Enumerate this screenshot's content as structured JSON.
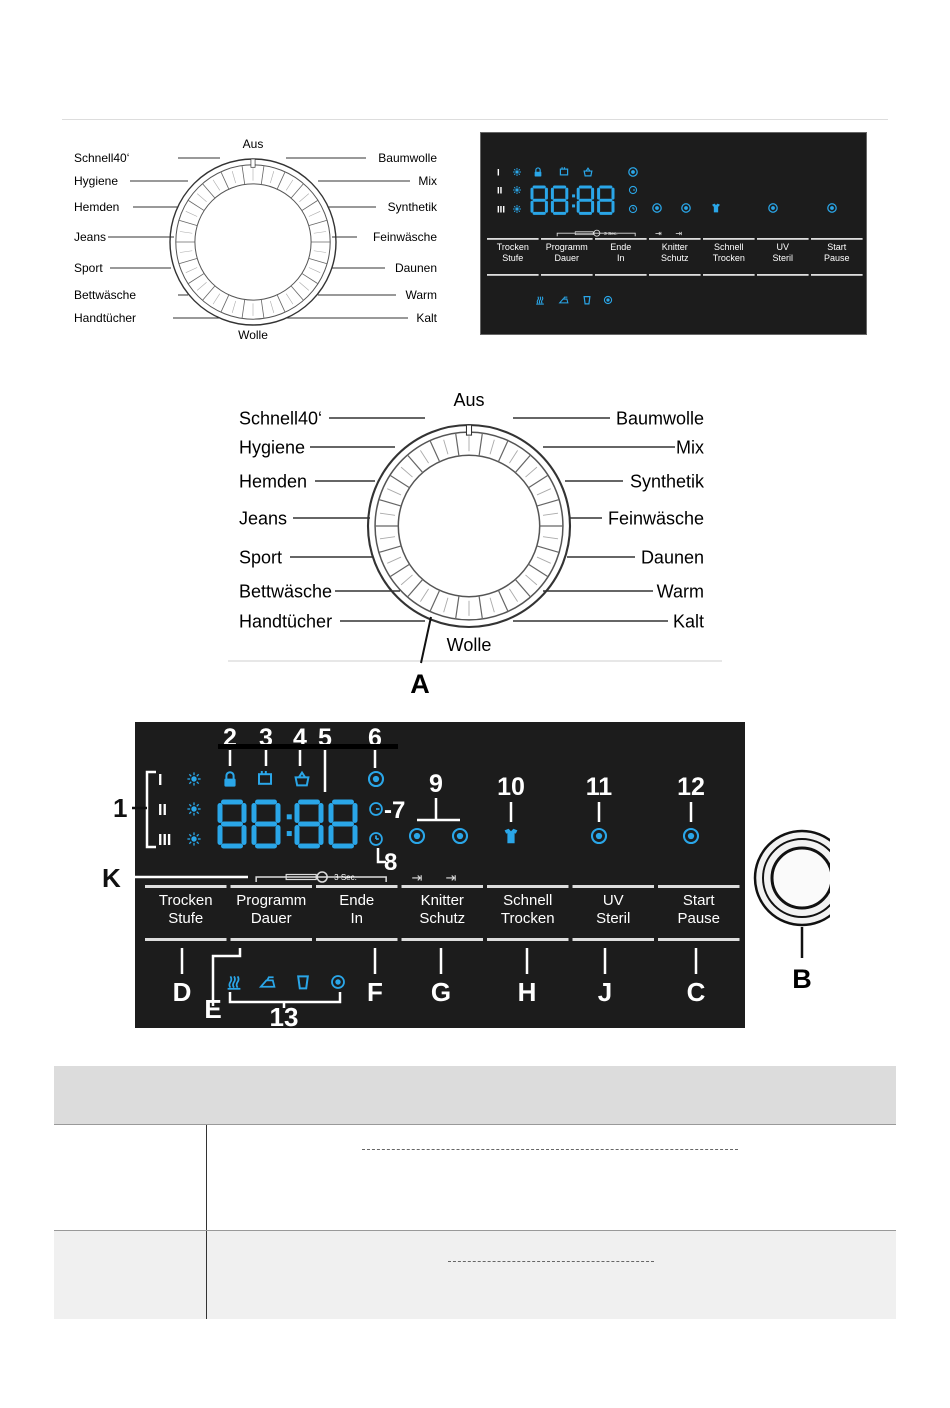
{
  "dial": {
    "top": "Aus",
    "bottom": "Wolle",
    "left": [
      "Schnell40‘",
      "Hygiene",
      "Hemden",
      "Jeans",
      "Sport",
      "Bettwäsche",
      "Handtücher"
    ],
    "right": [
      "Baumwolle",
      "Mix",
      "Synthetik",
      "Feinwäsche",
      "Daunen",
      "Warm",
      "Kalt"
    ]
  },
  "panel": {
    "display": "88:88",
    "levels": [
      "I",
      "II",
      "III"
    ],
    "hold_text": "3 Sec.",
    "buttons": [
      {
        "l1": "Trocken",
        "l2": "Stufe"
      },
      {
        "l1": "Programm",
        "l2": "Dauer"
      },
      {
        "l1": "Ende",
        "l2": "In"
      },
      {
        "l1": "Knitter",
        "l2": "Schutz"
      },
      {
        "l1": "Schnell",
        "l2": "Trocken"
      },
      {
        "l1": "UV",
        "l2": "Steril"
      },
      {
        "l1": "Start",
        "l2": "Pause"
      }
    ]
  },
  "callouts": {
    "top_numbers": [
      "2",
      "3",
      "4",
      "5",
      "6"
    ],
    "n1": "1",
    "n7": "-7",
    "n8": "8",
    "n9": "9",
    "n10": "10",
    "n11": "11",
    "n12": "12",
    "n13": "13",
    "K": "K",
    "D": "D",
    "E": "E",
    "F": "F",
    "G": "G",
    "H": "H",
    "J": "J",
    "C": "C",
    "A": "A",
    "B": "B"
  },
  "colors": {
    "panel_bg": "#1c1c1c",
    "led_blue": "#2aa6e8",
    "table_header_bg": "#dcdcdc"
  }
}
